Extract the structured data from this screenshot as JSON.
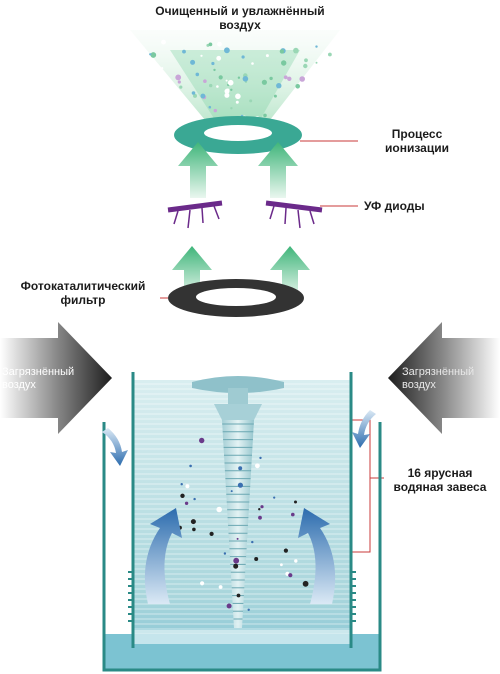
{
  "labels": {
    "clean_air": "Очищенный и увлажнённый\nвоздух",
    "ionization": "Процесс\nионизации",
    "uv_diodes": "УФ диоды",
    "photocatalytic_filter": "Фотокаталитический\nфильтр",
    "dirty_air_left": "Загрязнённый\nвоздух",
    "dirty_air_right": "Загрязнённый\nвоздух",
    "water_curtain": "16 ярусная\nводяная завеса"
  },
  "colors": {
    "green": "#4fbf86",
    "green_light": "#bfe9cf",
    "ring_teal": "#3aa894",
    "uv_purple": "#6b2a8a",
    "filter_dark": "#333333",
    "water": "#a8d8de",
    "water_deep": "#7cc3d2",
    "blue_arrow": "#2e6fb0",
    "tank_teal": "#2a8a86",
    "leader_red": "#c83a3a",
    "dirty_dark": "#2a2a2a"
  },
  "icons": {
    "dirty_air_arrow": "arrow-right-icon",
    "rising_air_arrow": "arrow-up-icon",
    "water_flow_arrow": "curved-arrow-down-icon"
  }
}
